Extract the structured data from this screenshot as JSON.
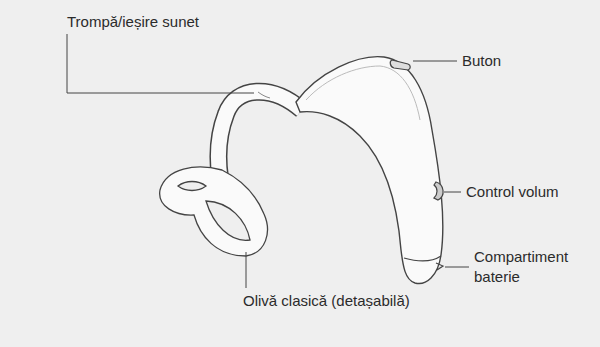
{
  "diagram": {
    "labels": [
      "Trompă/ieșire sunet",
      "Buton",
      "Control volum",
      "Compartiment baterie",
      "Olivă clasică (detașabilă)"
    ]
  }
}
